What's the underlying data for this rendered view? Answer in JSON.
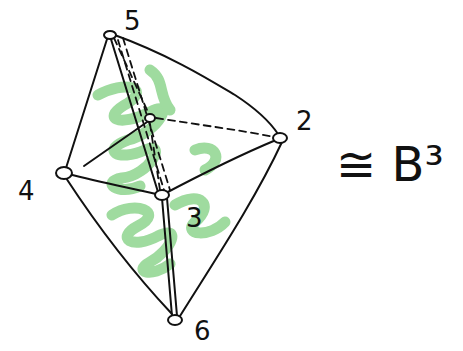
{
  "diagram": {
    "labels": [
      "5",
      "2",
      "4",
      "3",
      "6",
      "≅ B³"
    ]
  }
}
